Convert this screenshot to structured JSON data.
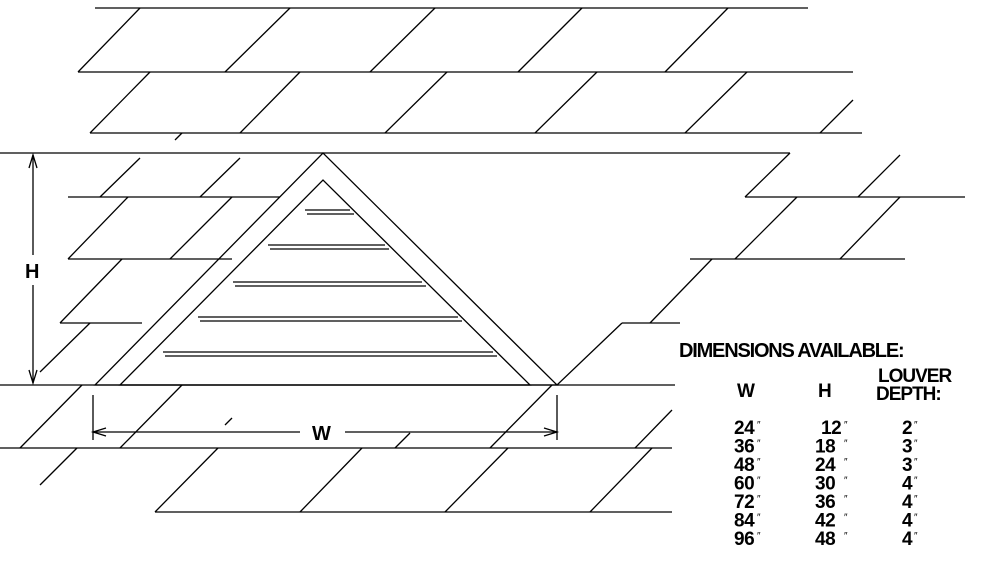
{
  "drawing": {
    "height_label": "H",
    "width_label": "W"
  },
  "table": {
    "title": "DIMENSIONS AVAILABLE:",
    "columns": [
      "W",
      "H",
      "LOUVER",
      "DEPTH:"
    ],
    "inch_mark": "″",
    "rows": [
      [
        "24",
        "12",
        "2"
      ],
      [
        "36",
        "18",
        "3"
      ],
      [
        "48",
        "24",
        "3"
      ],
      [
        "60",
        "30",
        "4"
      ],
      [
        "72",
        "36",
        "4"
      ],
      [
        "84",
        "42",
        "4"
      ],
      [
        "96",
        "48",
        "4"
      ]
    ]
  }
}
